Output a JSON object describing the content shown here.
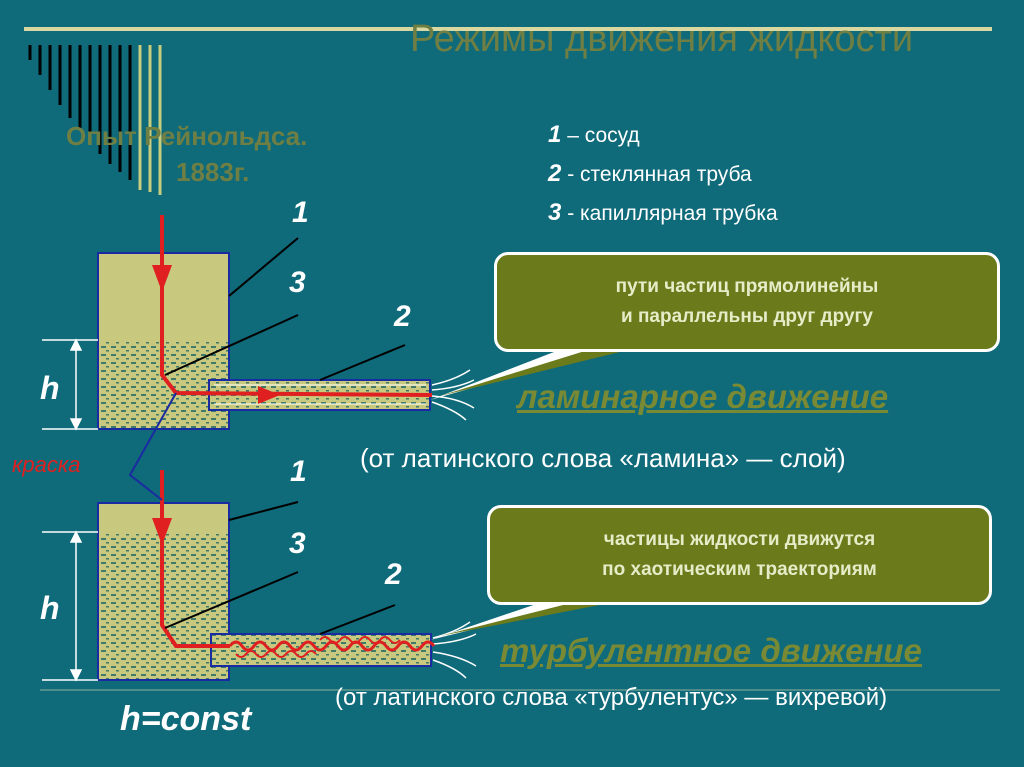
{
  "title": "Режимы движения жидкости",
  "experiment": {
    "line1": "Опыт Рейнольдса.",
    "line2": "1883г."
  },
  "legend": [
    {
      "num": "1",
      "text": " – сосуд"
    },
    {
      "num": "2",
      "text": " - стеклянная труба"
    },
    {
      "num": "3",
      "text": " - капиллярная трубка"
    }
  ],
  "callout_laminar": {
    "line1": "пути частиц прямолинейны",
    "line2": "и параллельны друг другу"
  },
  "callout_turbulent": {
    "line1": "частицы жидкости движутся",
    "line2": "по хаотическим траекториям"
  },
  "laminar": {
    "label": "ламинарное движение",
    "note": "(от латинского слова «ламина» — слой)"
  },
  "turbulent": {
    "label": "турбулентное движение",
    "note": "(от латинского слова «турбулентус» — вихревой)"
  },
  "labels": {
    "one": "1",
    "two": "2",
    "three": "3",
    "h": "h",
    "kraska": "краска",
    "hconst": "h=const"
  },
  "colors": {
    "background": "#0f6a7a",
    "accent": "#6b7a1b",
    "dye": "#e02020",
    "tank": "#c8c87e"
  }
}
